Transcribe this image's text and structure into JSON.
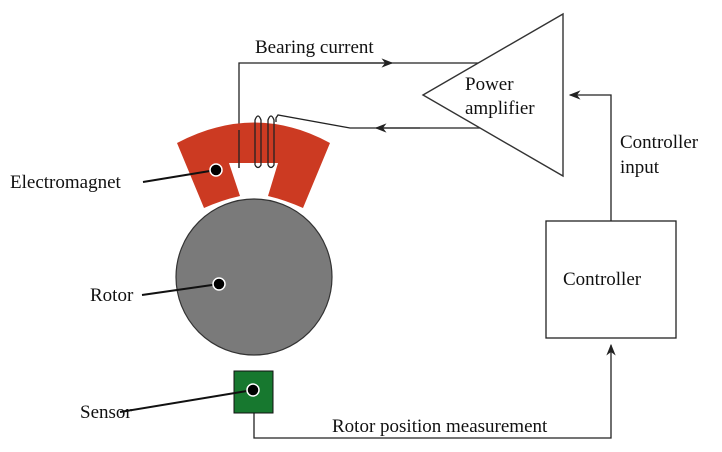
{
  "title": "Active magnetic bearing control loop",
  "labels": {
    "bearing_current": "Bearing current",
    "power_amplifier_line1": "Power",
    "power_amplifier_line2": "amplifier",
    "controller_input_line1": "Controller",
    "controller_input_line2": "input",
    "controller": "Controller",
    "electromagnet": "Electromagnet",
    "rotor": "Rotor",
    "sensor": "Sensor",
    "rotor_position_measurement": "Rotor position measurement"
  },
  "colors": {
    "electromagnet": "#cc3a22",
    "rotor": "#7a7a7a",
    "sensor": "#17782f",
    "line": "#222222"
  },
  "components": [
    "Electromagnet",
    "Rotor",
    "Sensor",
    "Controller",
    "Power amplifier"
  ],
  "signal_flow": [
    {
      "from": "Sensor",
      "to": "Controller",
      "label": "Rotor position measurement"
    },
    {
      "from": "Controller",
      "to": "Power amplifier",
      "label": "Controller input"
    },
    {
      "from": "Power amplifier",
      "to": "Electromagnet",
      "label": "Bearing current"
    }
  ]
}
